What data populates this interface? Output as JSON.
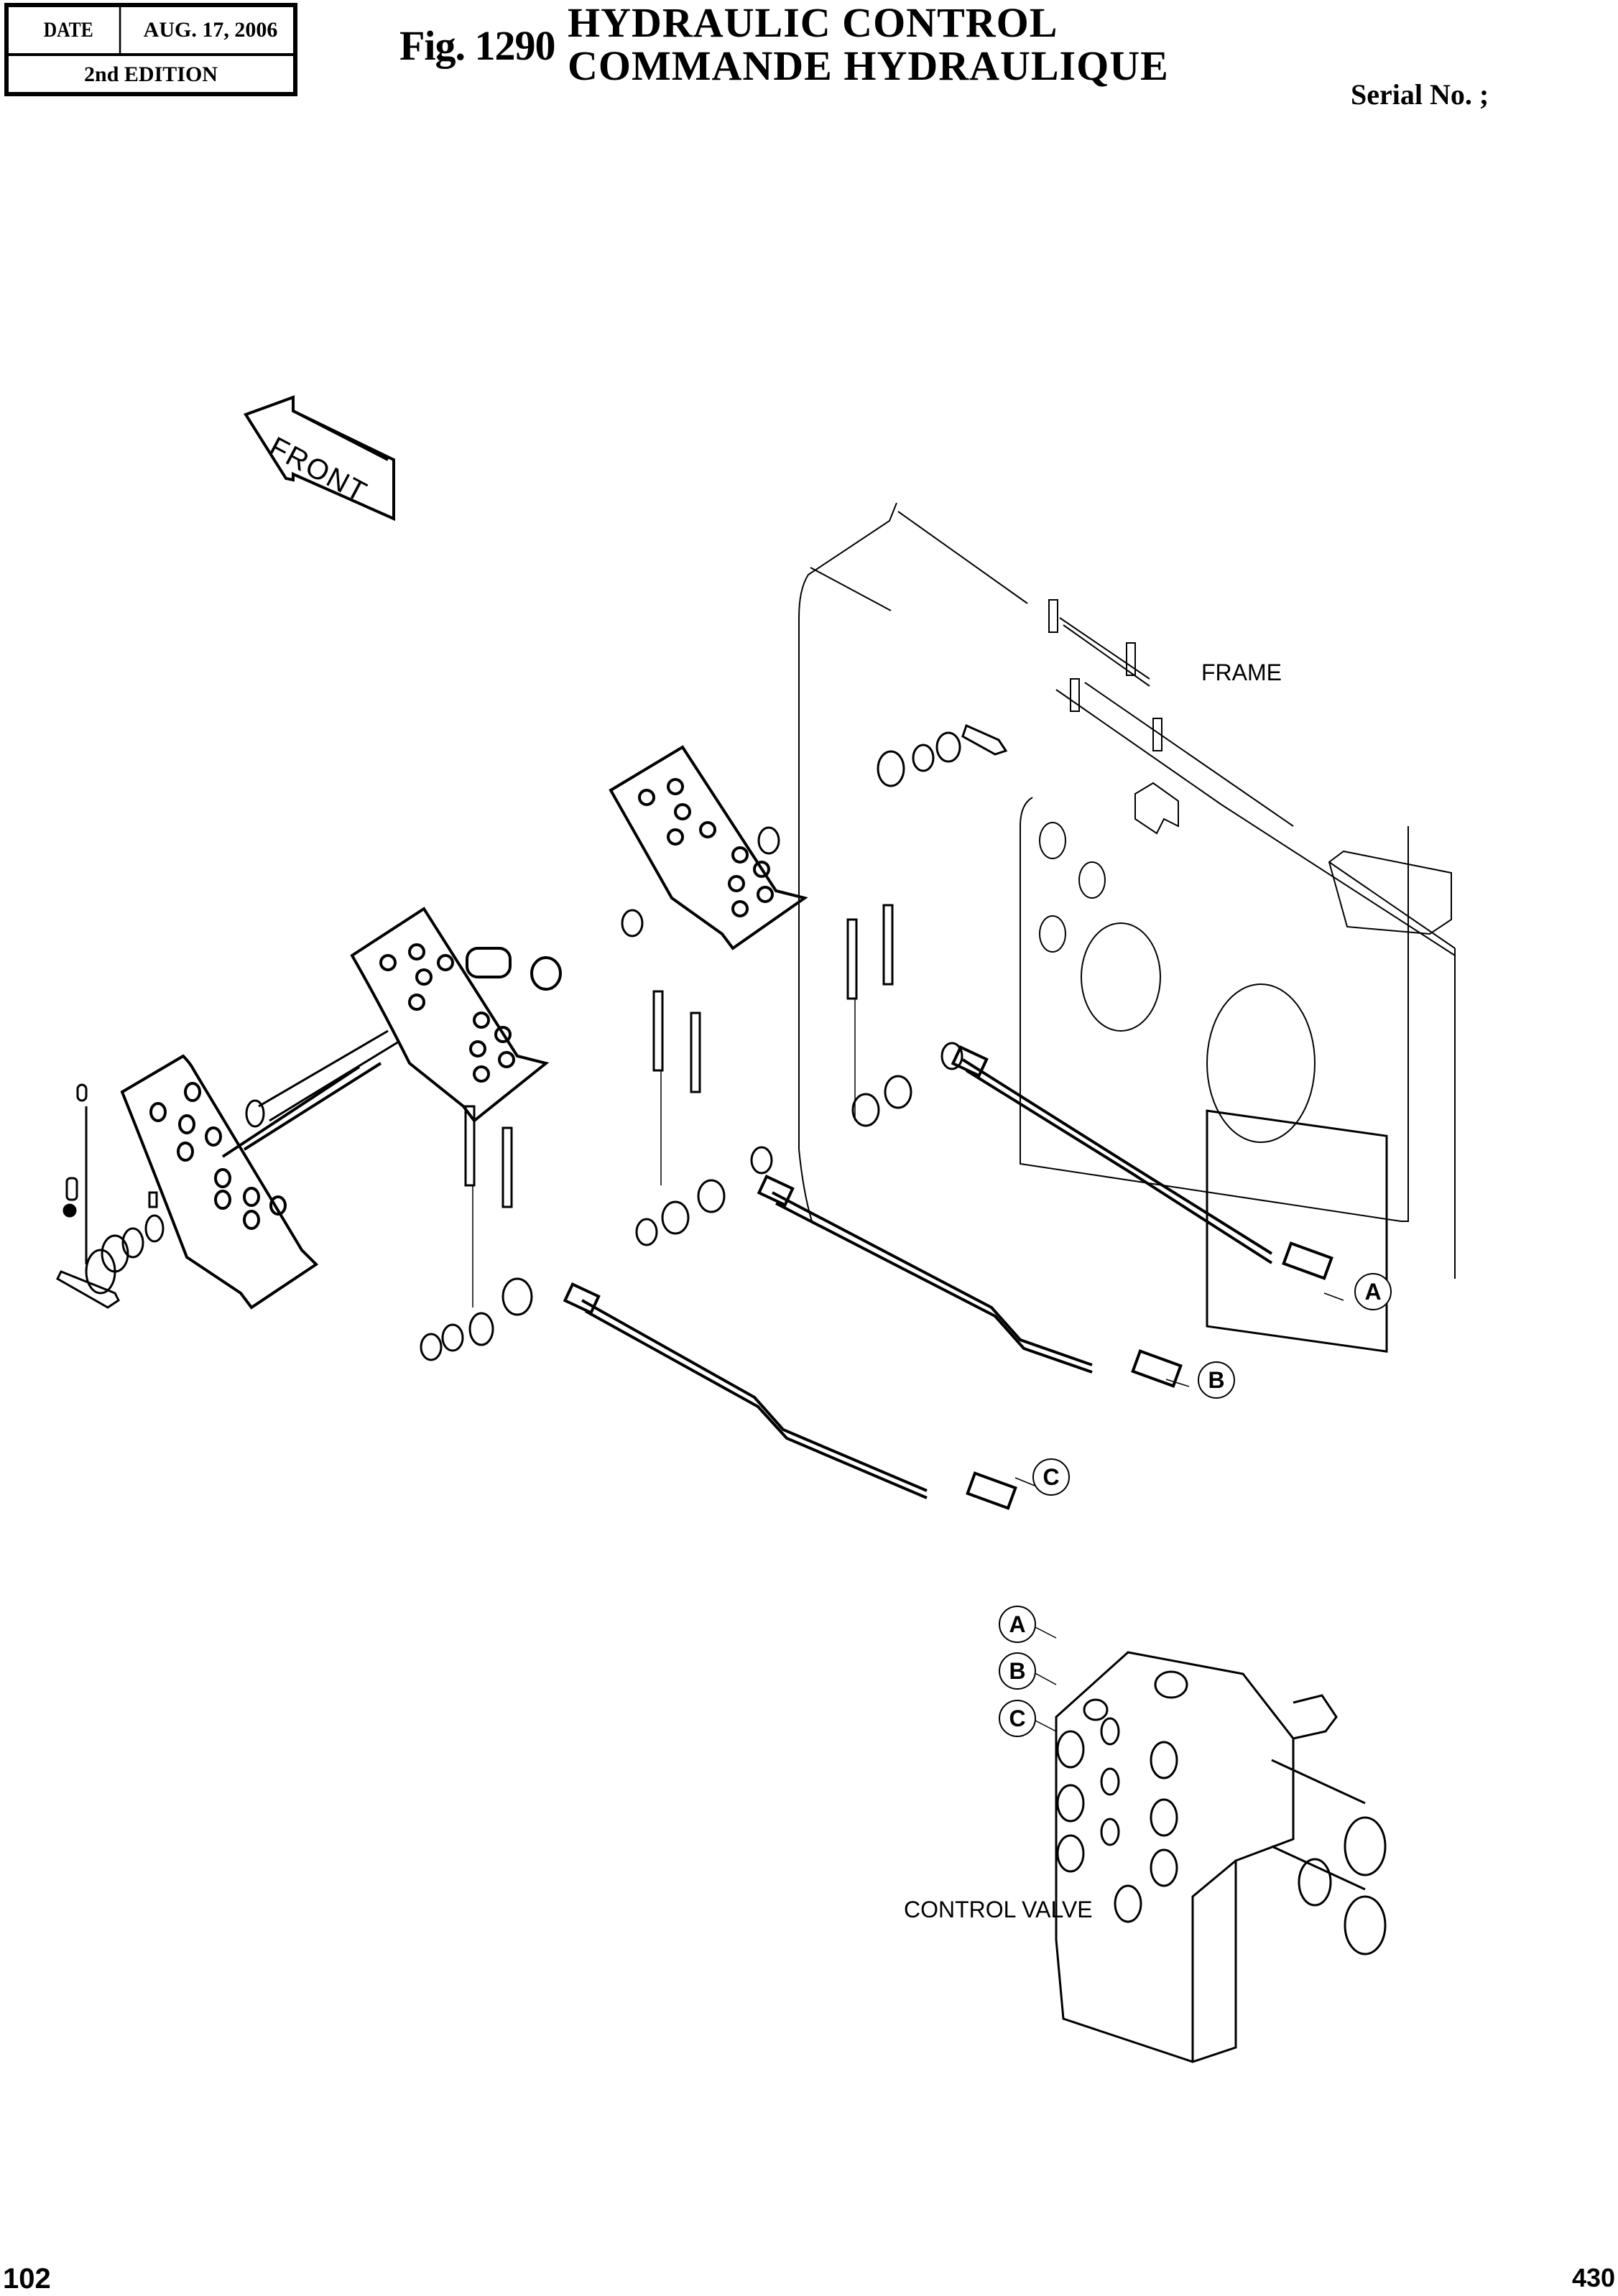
{
  "header": {
    "date_label": "DATE",
    "date_value": "AUG. 17, 2006",
    "edition": "2nd EDITION"
  },
  "figure": {
    "number": "Fig. 1290",
    "title_en": "HYDRAULIC  CONTROL",
    "title_fr": "COMMANDE  HYDRAULIQUE",
    "serial": "Serial No. ;"
  },
  "diagram": {
    "direction_arrow": "FRONT",
    "frame_label": "FRAME",
    "control_valve_label": "CONTROL VALVE",
    "callouts": [
      "A",
      "B",
      "C"
    ]
  },
  "footer": {
    "page_left": "102",
    "page_right": "430"
  }
}
